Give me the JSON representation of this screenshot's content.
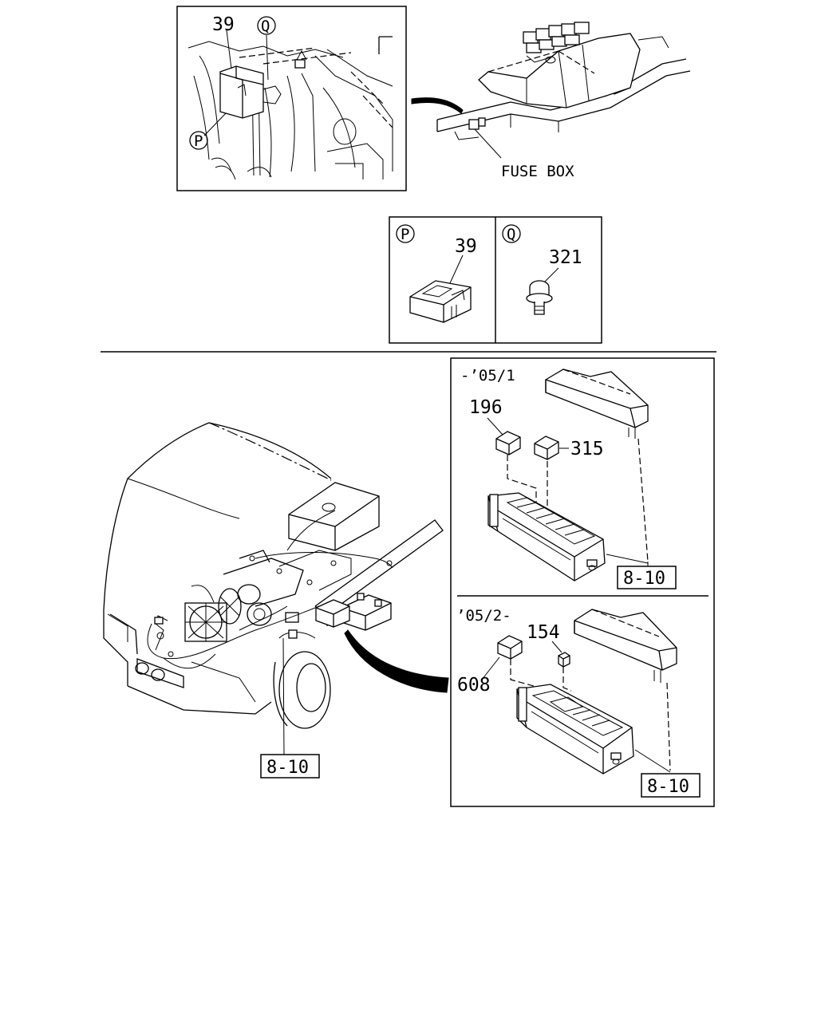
{
  "labels": {
    "top_part_39": "39",
    "callout_q": "Q",
    "callout_p": "P",
    "fuse_box": "FUSE BOX",
    "detail_p_letter": "P",
    "detail_p_part": "39",
    "detail_q_letter": "Q",
    "detail_q_part": "321",
    "upper_variant": "-’05/1",
    "part_196": "196",
    "part_315": "315",
    "ref_upper": "8-10",
    "lower_variant": "’05/2-",
    "part_154": "154",
    "part_608": "608",
    "ref_lower": "8-10",
    "ref_vehicle": "8-10"
  }
}
